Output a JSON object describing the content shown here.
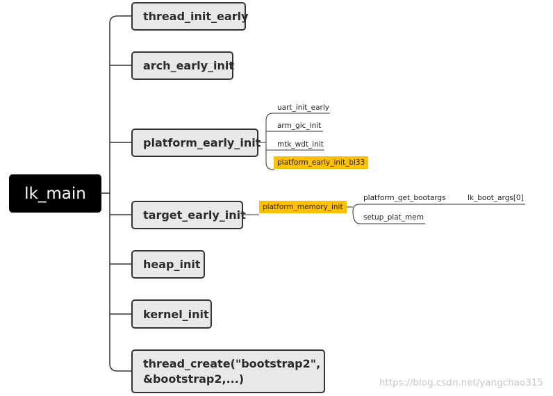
{
  "root": {
    "label": "lk_main"
  },
  "branches": [
    {
      "label": "thread_init_early"
    },
    {
      "label": "arch_early_init"
    },
    {
      "label": "platform_early_init",
      "children": [
        "uart_init_early",
        "arm_gic_init",
        "mtk_wdt_init",
        "platform_early_init_bl33"
      ]
    },
    {
      "label": "target_early_init",
      "child": "platform_memory_init",
      "grandchildren": [
        "platform_get_bootargs",
        "setup_plat_mem"
      ],
      "leaf": "lk_boot_args[0]"
    },
    {
      "label": "heap_init"
    },
    {
      "label": "kernel_init"
    },
    {
      "label": "thread_create(\"bootstrap2\", &bootstrap2,...)"
    }
  ],
  "highlight_color": "#ffc000",
  "watermark": "https://blog.csdn.net/yangchao315"
}
